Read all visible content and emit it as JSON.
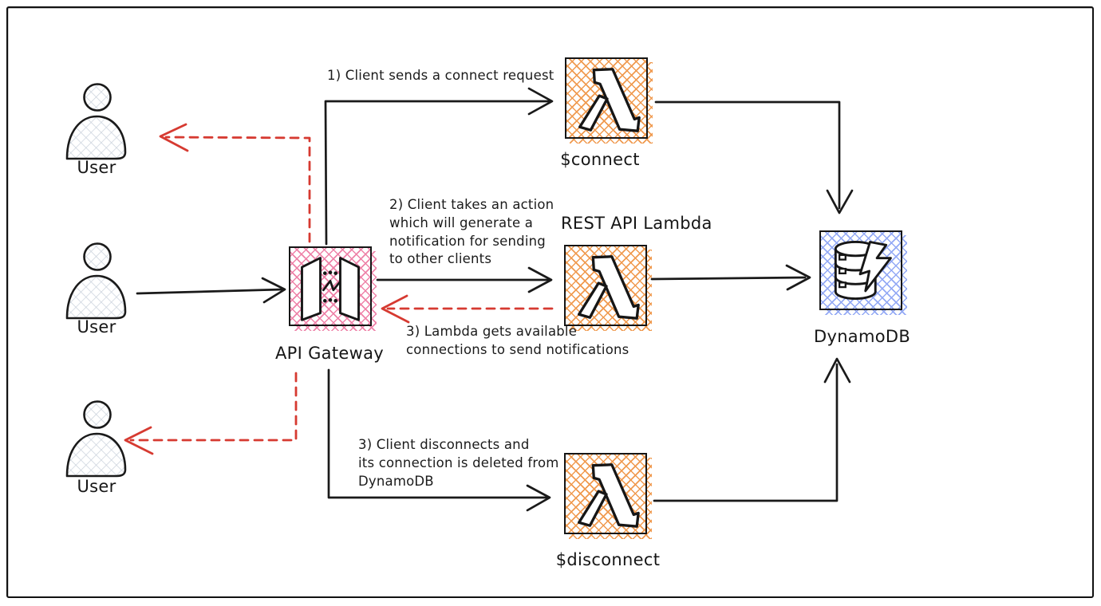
{
  "users": [
    {
      "label": "User"
    },
    {
      "label": "User"
    },
    {
      "label": "User"
    }
  ],
  "nodes": {
    "api_gateway": {
      "label": "API Gateway",
      "icon": "api-gateway-icon"
    },
    "connect_lambda": {
      "label": "$connect",
      "icon": "lambda-icon"
    },
    "rest_lambda": {
      "title": "REST API Lambda",
      "icon": "lambda-icon"
    },
    "disconnect_lambda": {
      "label": "$disconnect",
      "icon": "lambda-icon"
    },
    "dynamodb": {
      "label": "DynamoDB",
      "icon": "dynamodb-icon"
    }
  },
  "annotations": {
    "step1": "1) Client sends a connect request",
    "step2": "2) Client takes an action\nwhich will generate a\nnotification for sending\nto other clients",
    "step3_notify": "3) Lambda gets available\nconnections to send notifications",
    "step3_disconnect": "3) Client disconnects and\nits connection is deleted from\nDynamoDB"
  },
  "colors": {
    "stroke": "#1a1a1a",
    "red_arrow": "#d63a31",
    "lambda_hatch": "#f09a4f",
    "gateway_hatch": "#ee82a8",
    "dynamodb_hatch": "#93a9f5",
    "user_hatch": "#ccd3dd"
  }
}
